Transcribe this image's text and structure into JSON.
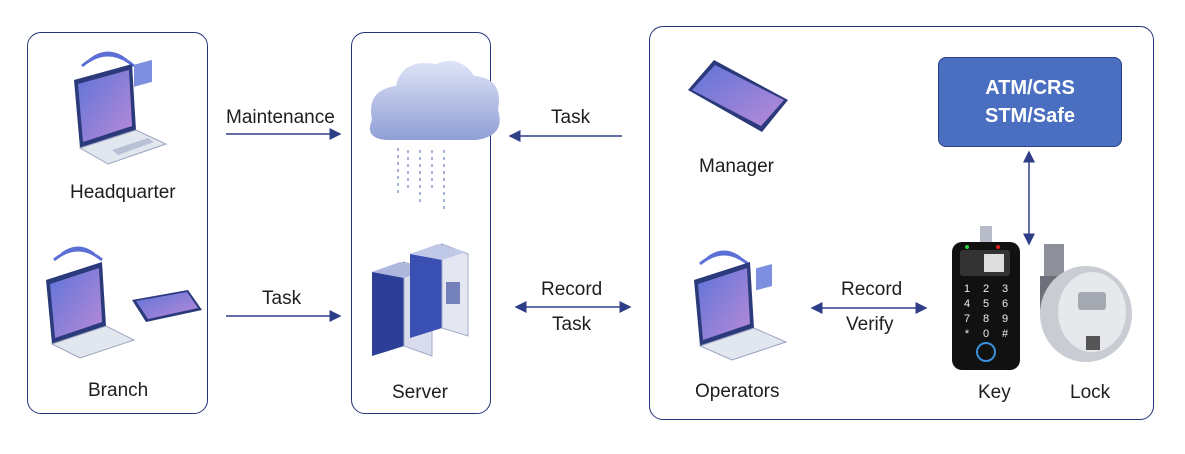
{
  "panels": {
    "left": {
      "top_label": "Headquarter",
      "bottom_label": "Branch"
    },
    "center": {
      "bottom_label": "Server"
    },
    "right": {
      "manager_label": "Manager",
      "operators_label": "Operators",
      "key_label": "Key",
      "lock_label": "Lock",
      "atm_line1": "ATM/CRS",
      "atm_line2": "STM/Safe"
    }
  },
  "arrows": {
    "maintenance": "Maintenance",
    "task_left": "Task",
    "task_top_right": "Task",
    "record_mid": "Record",
    "task_mid": "Task",
    "record_right": "Record",
    "verify_right": "Verify"
  },
  "keypad": {
    "keys": [
      "1",
      "2",
      "3",
      "4",
      "5",
      "6",
      "7",
      "8",
      "9",
      "*",
      "0",
      "#"
    ]
  },
  "colors": {
    "border": "#26357a",
    "arrow": "#2f3f87",
    "atm_fill": "#4a6ec0",
    "device_blue": "#5b6fd6"
  },
  "icons": [
    "laptop-icon",
    "wifi-icon",
    "phone-icon",
    "cloud-icon",
    "server-icon",
    "key-device-icon",
    "lock-icon"
  ]
}
